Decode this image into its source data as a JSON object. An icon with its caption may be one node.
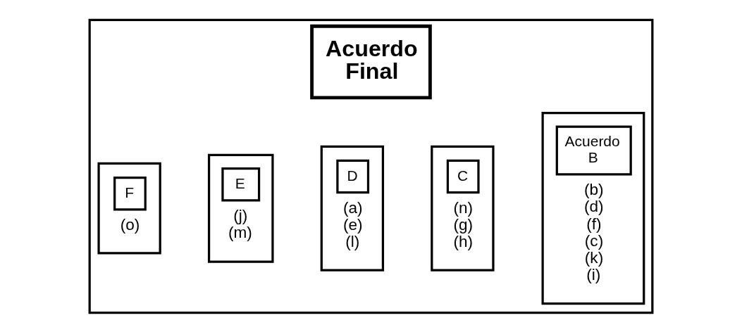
{
  "diagram": {
    "nodes": [
      {
        "text": [
          "Acuerdo Final"
        ]
      },
      {
        "text": [
          "Acuerdo B",
          "(b) (d) (f) (c) (k) (i)"
        ],
        "in": 0
      },
      {
        "text": [
          "C",
          "(n) (g) (h)"
        ],
        "in": 0
      },
      {
        "text": [
          "D",
          "(a) (e) (l)"
        ],
        "in": 0
      },
      {
        "text": [
          "E",
          "(j) (m)"
        ],
        "in": 0
      },
      {
        "text": [
          "F",
          "(o)"
        ],
        "in": 0
      }
    ],
    "edges": []
  }
}
